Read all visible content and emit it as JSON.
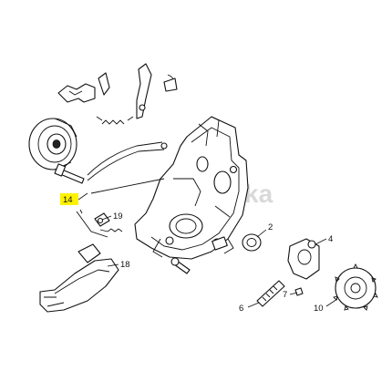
{
  "watermark": "ka",
  "callouts": [
    {
      "id": "14",
      "text": "14",
      "highlighted": true
    },
    {
      "id": "19",
      "text": "19",
      "highlighted": false
    },
    {
      "id": "18",
      "text": "18",
      "highlighted": false
    },
    {
      "id": "2",
      "text": "2",
      "highlighted": false
    },
    {
      "id": "4",
      "text": "4",
      "highlighted": false
    },
    {
      "id": "7",
      "text": "7",
      "highlighted": false
    },
    {
      "id": "6",
      "text": "6",
      "highlighted": false
    },
    {
      "id": "10",
      "text": "10",
      "highlighted": false
    }
  ],
  "colors": {
    "highlight": "#fff200",
    "line": "#111111",
    "watermark": "#d9d9d9"
  }
}
